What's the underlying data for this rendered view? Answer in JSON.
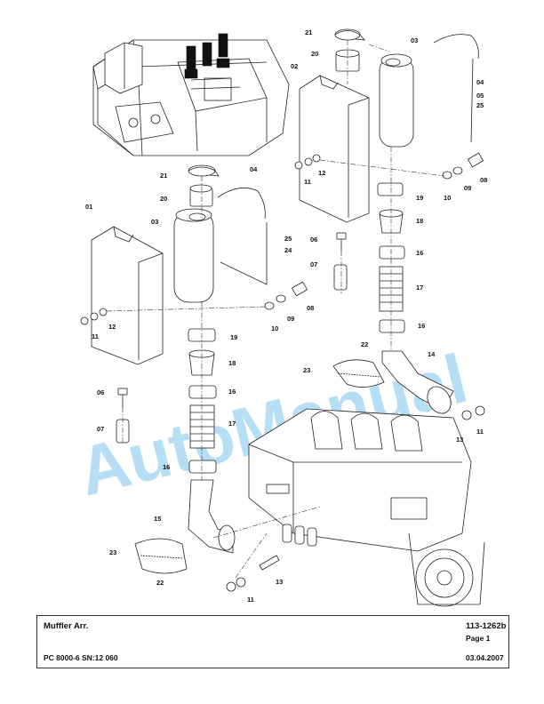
{
  "title_block": {
    "title": "Muffler Arr.",
    "drawing_number": "113-1262b",
    "page": "Page 1",
    "model": "PC 8000-6 SN:12 060",
    "date": "03.04.2007"
  },
  "watermark": "AutoManual",
  "callouts": [
    {
      "id": "c-21-top",
      "label": "21"
    },
    {
      "id": "c-03-top",
      "label": "03"
    },
    {
      "id": "c-20-top",
      "label": "20"
    },
    {
      "id": "c-02",
      "label": "02"
    },
    {
      "id": "c-04-top",
      "label": "04"
    },
    {
      "id": "c-05",
      "label": "05"
    },
    {
      "id": "c-25-top",
      "label": "25"
    },
    {
      "id": "c-12-top",
      "label": "12"
    },
    {
      "id": "c-11-top",
      "label": "11"
    },
    {
      "id": "c-08-top",
      "label": "08"
    },
    {
      "id": "c-09-top",
      "label": "09"
    },
    {
      "id": "c-10-top",
      "label": "10"
    },
    {
      "id": "c-19-top",
      "label": "19"
    },
    {
      "id": "c-18-top",
      "label": "18"
    },
    {
      "id": "c-16-top-a",
      "label": "16"
    },
    {
      "id": "c-17-top",
      "label": "17"
    },
    {
      "id": "c-16-top-b",
      "label": "16"
    },
    {
      "id": "c-06-top",
      "label": "06"
    },
    {
      "id": "c-07-top",
      "label": "07"
    },
    {
      "id": "c-22-top",
      "label": "22"
    },
    {
      "id": "c-23-top",
      "label": "23"
    },
    {
      "id": "c-14",
      "label": "14"
    },
    {
      "id": "c-13-top",
      "label": "13"
    },
    {
      "id": "c-11-right",
      "label": "11"
    },
    {
      "id": "c-21-left",
      "label": "21"
    },
    {
      "id": "c-04-left",
      "label": "04"
    },
    {
      "id": "c-20-left",
      "label": "20"
    },
    {
      "id": "c-01",
      "label": "01"
    },
    {
      "id": "c-03-left",
      "label": "03"
    },
    {
      "id": "c-25-left",
      "label": "25"
    },
    {
      "id": "c-24",
      "label": "24"
    },
    {
      "id": "c-12-left",
      "label": "12"
    },
    {
      "id": "c-11-left",
      "label": "11"
    },
    {
      "id": "c-08-left",
      "label": "08"
    },
    {
      "id": "c-09-left",
      "label": "09"
    },
    {
      "id": "c-10-left",
      "label": "10"
    },
    {
      "id": "c-19-left",
      "label": "19"
    },
    {
      "id": "c-18-left",
      "label": "18"
    },
    {
      "id": "c-16-left-a",
      "label": "16"
    },
    {
      "id": "c-06-left",
      "label": "06"
    },
    {
      "id": "c-07-left",
      "label": "07"
    },
    {
      "id": "c-17-left",
      "label": "17"
    },
    {
      "id": "c-16-left-b",
      "label": "16"
    },
    {
      "id": "c-15",
      "label": "15"
    },
    {
      "id": "c-23-left",
      "label": "23"
    },
    {
      "id": "c-22-left",
      "label": "22"
    },
    {
      "id": "c-13-bottom",
      "label": "13"
    },
    {
      "id": "c-11-bottom",
      "label": "11"
    }
  ]
}
